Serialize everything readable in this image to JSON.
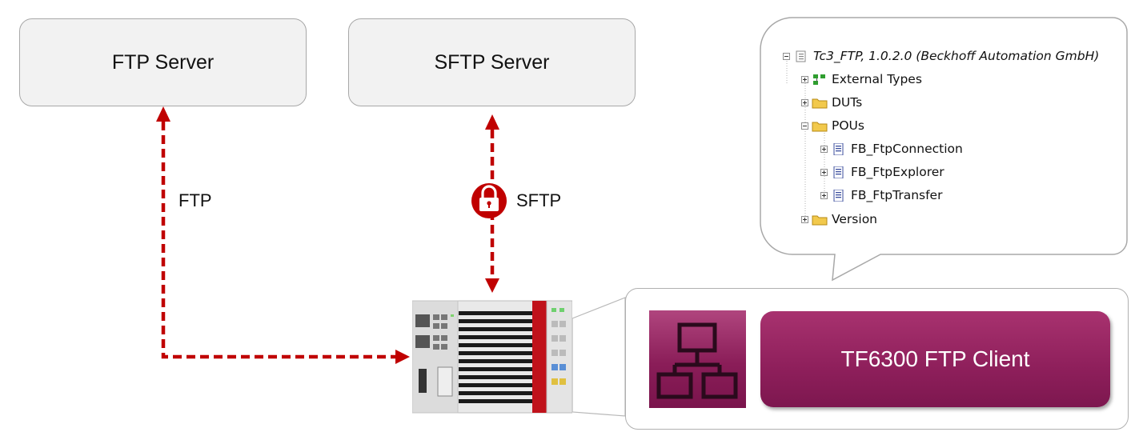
{
  "servers": {
    "ftp": "FTP Server",
    "sftp": "SFTP Server"
  },
  "connections": {
    "ftp_label": "FTP",
    "sftp_label": "SFTP"
  },
  "tree": {
    "root": "Tc3_FTP, 1.0.2.0 (Beckhoff Automation GmbH)",
    "items": [
      {
        "label": "External Types"
      },
      {
        "label": "DUTs"
      },
      {
        "label": "POUs"
      },
      {
        "label": "FB_FtpConnection"
      },
      {
        "label": "FB_FtpExplorer"
      },
      {
        "label": "FB_FtpTransfer"
      },
      {
        "label": "Version"
      }
    ]
  },
  "client": {
    "label": "TF6300 FTP Client"
  },
  "colors": {
    "arrow_red": "#c00000",
    "client_magenta": "#8e1f5b"
  }
}
